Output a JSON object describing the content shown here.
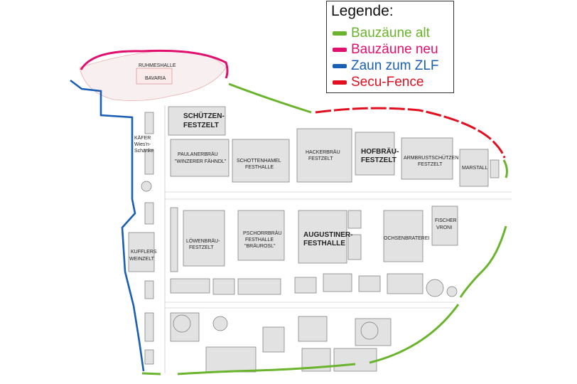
{
  "legend": {
    "title": "Legende:",
    "items": [
      {
        "label": "Bauzäune alt",
        "color": "#6ab42d"
      },
      {
        "label": "Bauzäune neu",
        "color": "#e0106e"
      },
      {
        "label": "Zaun zum ZLF",
        "color": "#1a5fb4"
      },
      {
        "label": "Secu-Fence",
        "color": "#e01020"
      }
    ]
  },
  "places": {
    "ruhmeshalle": "RUHMESHALLE",
    "bavaria": "BAVARIA",
    "schuetzen_1": "SCHÜTZEN-",
    "schuetzen_2": "FESTZELT",
    "kaefer_1": "KÄFER",
    "kaefer_2": "Wies'n-",
    "kaefer_3": "Schänke",
    "paulaner_1": "PAULANERBRÄU",
    "paulaner_2": "\"WINZERER FÄHNDL\"",
    "schottenhamel_1": "SCHOTTENHAMEL",
    "schottenhamel_2": "FESTHALLE",
    "hacker_1": "HACKERBRÄU",
    "hacker_2": "FESTZELT",
    "hofbraeu_1": "HOFBRÄU-",
    "hofbraeu_2": "FESTZELT",
    "armbrust_1": "ARMBRUSTSCHÜTZEN",
    "armbrust_2": "FESTZELT",
    "marstall": "MARSTALL",
    "loewen_1": "LÖWENBRÄU-",
    "loewen_2": "FESTZELT",
    "pschorr_1": "PSCHORRBRÄU",
    "pschorr_2": "FESTHALLE",
    "pschorr_3": "\"BRÄUROSL\"",
    "augustiner_1": "AUGUSTINER-",
    "augustiner_2": "FESTHALLE",
    "ochsen": "OCHSENBRATEREI",
    "fischer_1": "FISCHER",
    "fischer_2": "VRONI",
    "kufflers_1": "KUFFLERS",
    "kufflers_2": "WEINZELT"
  }
}
